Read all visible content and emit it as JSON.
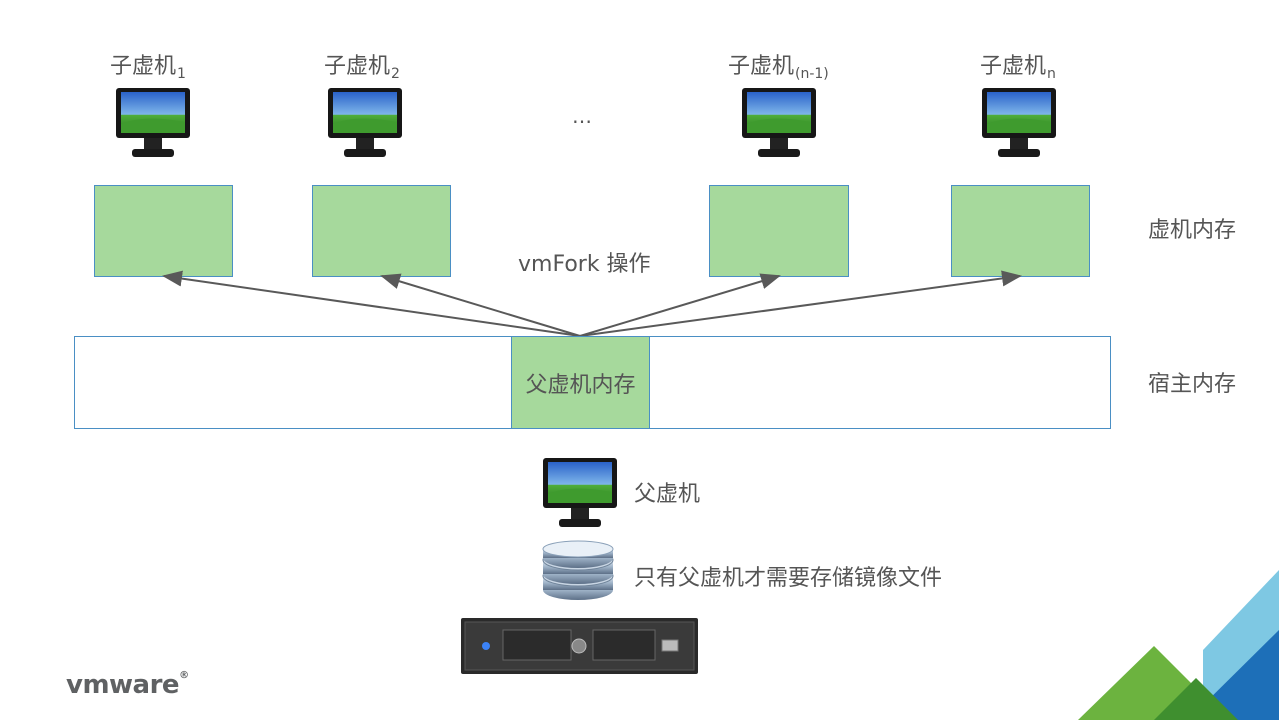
{
  "children": [
    {
      "name": "子虚机",
      "sub": "1"
    },
    {
      "name": "子虚机",
      "sub": "2"
    },
    {
      "name": "子虚机",
      "sub": "(n-1)"
    },
    {
      "name": "子虚机",
      "sub": "n"
    }
  ],
  "ellipsis": "…",
  "labels": {
    "vm_memory": "虚机内存",
    "host_memory": "宿主内存",
    "vmfork_op": "vmFork 操作",
    "parent_memory": "父虚机内存",
    "parent_vm": "父虚机",
    "storage_note": "只有父虚机才需要存储镜像文件"
  },
  "logo": "vmware",
  "colors": {
    "memory_green": "#a6d99c",
    "box_border": "#4a8fc4",
    "arrow": "#595959",
    "corner_green_dark": "#3f8f2f",
    "corner_green": "#6cb33f",
    "corner_blue": "#1d6fb8",
    "corner_light_blue": "#7ec8e3"
  },
  "icons": [
    "monitor-icon",
    "database-icon",
    "server-icon",
    "vmware-logo"
  ]
}
